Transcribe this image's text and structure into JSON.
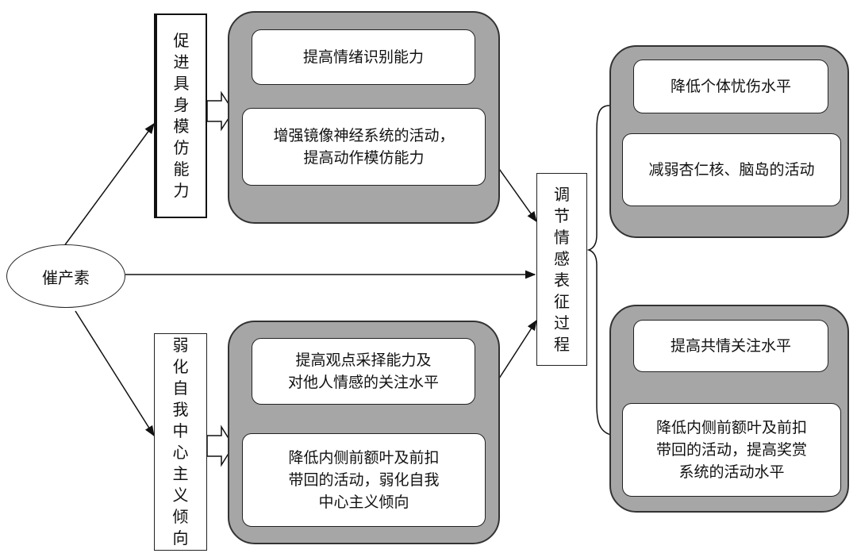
{
  "source": {
    "label": "催产素"
  },
  "branch_top": {
    "label": "促进具身模仿能力",
    "step1": "提高情绪识别能力",
    "step2": "增强镜像神经系统的活动，\n提高动作模仿能力"
  },
  "branch_bottom": {
    "label": "弱化自我中心主义倾向",
    "step1": "提高观点采择能力及\n对他人情感的关注水平",
    "step2": "降低内侧前额叶及前扣\n带回的活动，弱化自我\n中心主义倾向"
  },
  "target": {
    "label": "调节情感表征过程"
  },
  "outcome_top": {
    "step1": "降低个体忧伤水平",
    "step2": "减弱杏仁核、脑岛的活动"
  },
  "outcome_bottom": {
    "step1": "提高共情关注水平",
    "step2": "降低内侧前额叶及前扣\n带回的活动，提高奖赏\n系统的活动水平"
  }
}
